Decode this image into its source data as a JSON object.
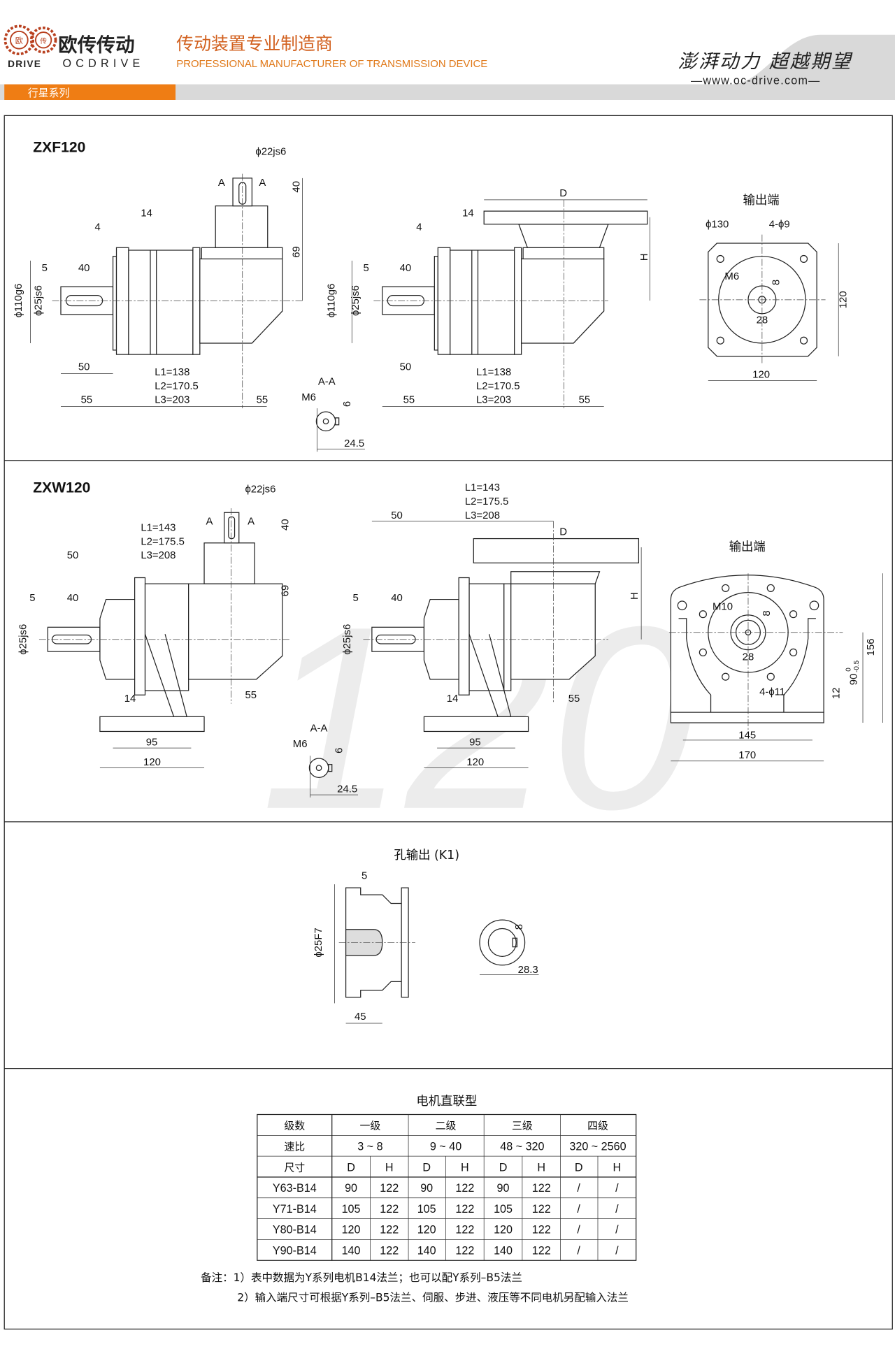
{
  "header": {
    "logo_chars": [
      "欧",
      "传"
    ],
    "brand_cn": "欧传传动",
    "brand_drive": "DRIVE",
    "brand_en": "OCDRIVE",
    "tagline_cn": "传动装置专业制造商",
    "tagline_en": "PROFESSIONAL MANUFACTURER OF TRANSMISSION DEVICE",
    "series_tab": "行星系列",
    "slogan": "澎湃动力 超越期望",
    "website": "—www.oc-drive.com—",
    "colors": {
      "accent": "#ef7d14",
      "brand_red": "#b8401f",
      "gray_band": "#d9d9d9"
    }
  },
  "watermark": "120",
  "zxf120": {
    "title": "ZXF120",
    "side_view": [
      "ϕ22js6",
      "A",
      "A",
      "40",
      "14",
      "4",
      "69",
      "5",
      "40",
      "ϕ110g6",
      "ϕ25js6",
      "50",
      "L1=138",
      "L2=170.5",
      "L3=203",
      "55",
      "55"
    ],
    "section_aa": [
      "A-A",
      "M6",
      "6",
      "24.5"
    ],
    "flange_view": [
      "D",
      "H",
      "14",
      "4",
      "5",
      "40",
      "ϕ110g6",
      "ϕ25js6",
      "50",
      "L1=138",
      "L2=170.5",
      "L3=203",
      "55",
      "55"
    ],
    "output_end": {
      "title": "输出端",
      "labels": [
        "ϕ130",
        "4-ϕ9",
        "M6",
        "8",
        "28",
        "120",
        "120"
      ]
    }
  },
  "zxw120": {
    "title": "ZXW120",
    "side_view": [
      "ϕ22js6",
      "A",
      "A",
      "40",
      "L1=143",
      "L2=175.5",
      "L3=208",
      "50",
      "5",
      "40",
      "69",
      "ϕ25js6",
      "14",
      "55",
      "95",
      "120"
    ],
    "section_aa": [
      "A-A",
      "M6",
      "6",
      "24.5"
    ],
    "flange_view": [
      "L1=143",
      "L2=175.5",
      "L3=208",
      "50",
      "D",
      "H",
      "5",
      "40",
      "ϕ25js6",
      "14",
      "55",
      "95",
      "120"
    ],
    "output_end": {
      "title": "输出端",
      "labels": [
        "M10",
        "8",
        "28",
        "156",
        "90",
        "0",
        "-0.5",
        "12",
        "4-ϕ11",
        "145",
        "170"
      ]
    }
  },
  "k1": {
    "title": "孔输出 (K1)",
    "labels": [
      "5",
      "ϕ25F7",
      "45",
      "8",
      "28.3"
    ]
  },
  "motor_table": {
    "title": "电机直联型",
    "row_stage_label": "级数",
    "stages": [
      "一级",
      "二级",
      "三级",
      "四级"
    ],
    "row_ratio_label": "速比",
    "ratios": [
      "3 ~ 8",
      "9 ~ 40",
      "48 ~ 320",
      "320 ~ 2560"
    ],
    "row_size_label": "尺寸",
    "sub_headers": [
      "D",
      "H",
      "D",
      "H",
      "D",
      "H",
      "D",
      "H"
    ],
    "rows": [
      {
        "motor": "Y63-B14",
        "values": [
          "90",
          "122",
          "90",
          "122",
          "90",
          "122",
          "/",
          "/"
        ]
      },
      {
        "motor": "Y71-B14",
        "values": [
          "105",
          "122",
          "105",
          "122",
          "105",
          "122",
          "/",
          "/"
        ]
      },
      {
        "motor": "Y80-B14",
        "values": [
          "120",
          "122",
          "120",
          "122",
          "120",
          "122",
          "/",
          "/"
        ]
      },
      {
        "motor": "Y90-B14",
        "values": [
          "140",
          "122",
          "140",
          "122",
          "140",
          "122",
          "/",
          "/"
        ]
      }
    ]
  },
  "notes": {
    "note1": "备注：1）表中数据为Y系列电机B14法兰；也可以配Y系列–B5法兰",
    "note2": "2）输入端尺寸可根据Y系列–B5法兰、伺服、步进、液压等不同电机另配输入法兰"
  }
}
